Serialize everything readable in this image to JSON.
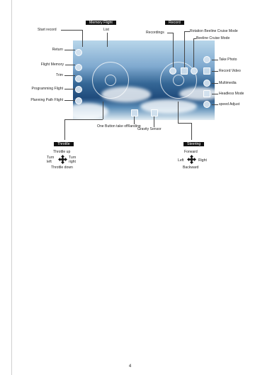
{
  "headers": {
    "memory_flight": "Memory Flight",
    "record": "Record",
    "throttle": "Throttle",
    "steering": "Steering"
  },
  "labels": {
    "start_record": "Start record",
    "list": "List",
    "return": "Return",
    "flight_memory": "Flight Memory",
    "trim": "Trim",
    "programming_flight": "Programming Flight",
    "planning_path_flight": "Planning Path Flight",
    "recordings": "Recordings",
    "rotation_beeline": "Rotation Beeline Cruise Mode",
    "beeline_cruise": "Beeline Cruise Mode",
    "take_photo": "Take Photo",
    "record_video": "Record Video",
    "multimedia": "Multimedia",
    "headless_mode": "Headless Mode",
    "speed_adjust": "speed Adjust",
    "one_button": "One Button take off/landing",
    "gravity_sensor": "Gravity Sensor"
  },
  "throttle": {
    "up": "Throttle up",
    "down": "Throttle down",
    "turn_left_1": "Turn",
    "turn_left_2": "left",
    "turn_right_1": "Turn",
    "turn_right_2": "right"
  },
  "steering": {
    "forward": "Forward",
    "backward": "Backward",
    "left": "Left",
    "right": "Right"
  },
  "page_number": "4",
  "colors": {
    "sky_top": "#b8d6ea",
    "sky_deep": "#1f4b7c",
    "header_bg": "#111111"
  },
  "icons": [
    "arrows-cross-icon",
    "return-icon",
    "camera-icon",
    "video-icon",
    "play-icon",
    "headless-icon",
    "speed-icon",
    "recordings-icon",
    "rotation-icon",
    "beeline-icon"
  ]
}
